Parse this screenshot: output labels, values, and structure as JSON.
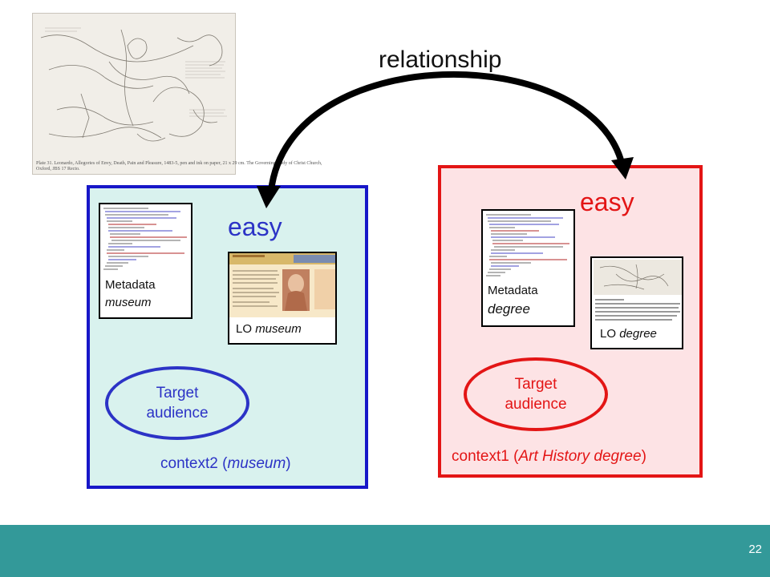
{
  "relationship_label": "relationship",
  "sketch": {
    "caption_line1": "Plate 31. Leonardo, Allegories of Envy, Death, Pain and Pleasure, 1483-5, pen and ink on paper, 21 x 29 cm. The Governing Body of Christ Church,",
    "caption_line2": "Oxford, JBS 17 Recto."
  },
  "museum": {
    "easy": "easy",
    "metadata_label": "Metadata",
    "metadata_context": "museum",
    "lo_prefix": "LO ",
    "lo_context": "museum",
    "target_line1": "Target",
    "target_line2": "audience",
    "context_prefix": "context2 (",
    "context_name": "museum",
    "context_suffix": ")"
  },
  "degree": {
    "easy": "easy",
    "metadata_label": "Metadata",
    "metadata_context": "degree",
    "lo_prefix": "LO ",
    "lo_context": "degree",
    "target_line1": "Target",
    "target_line2": "audience",
    "context_prefix": "context1 (",
    "context_name": "Art History degree",
    "context_suffix": ")"
  },
  "page_number": "22",
  "colors": {
    "museum_border": "#1717c8",
    "museum_fill": "#d9f2ee",
    "museum_text": "#2c33c6",
    "degree_border": "#e31515",
    "degree_fill": "#fde3e5",
    "footer": "#339999"
  }
}
